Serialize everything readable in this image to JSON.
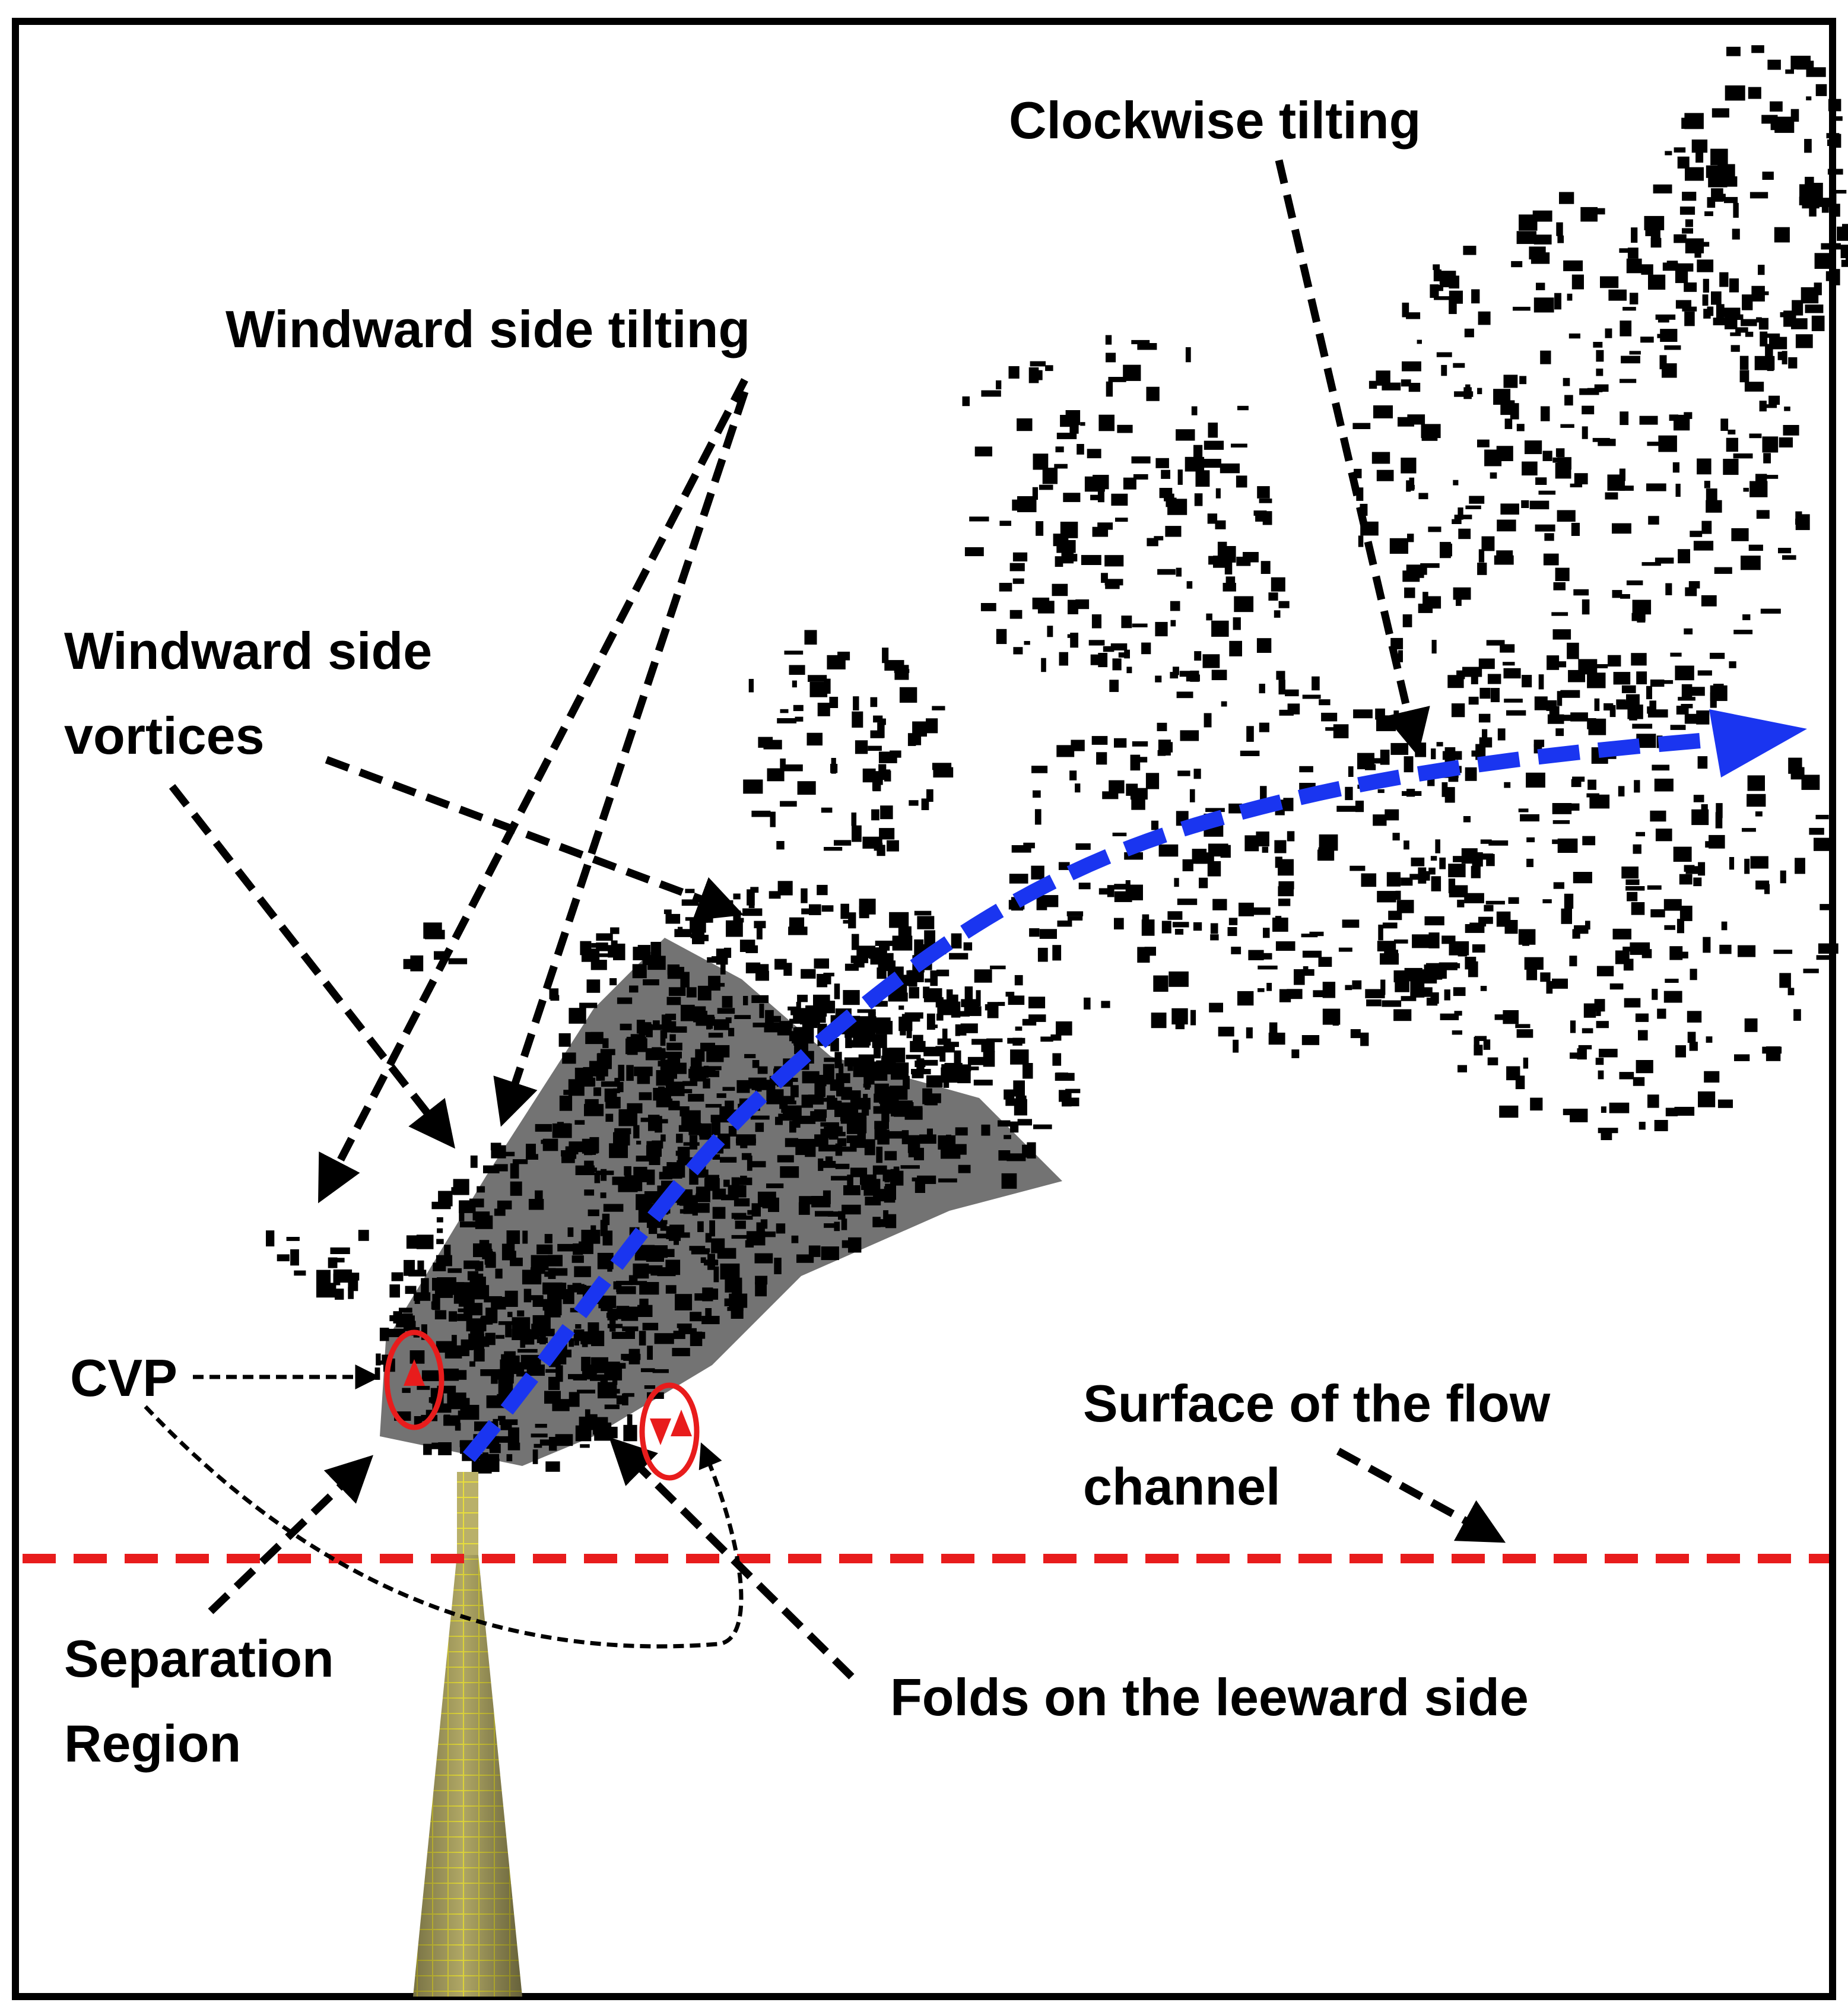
{
  "labels": {
    "clockwise_tilting": "Clockwise tilting",
    "windward_side_tilting": "Windward side tilting",
    "windward_side_vortices_line1": "Windward side",
    "windward_side_vortices_line2": "vortices",
    "cvp": "CVP",
    "surface_line1": "Surface of the flow",
    "surface_line2": "channel",
    "separation_line1": "Separation",
    "separation_line2": "Region",
    "folds_leeward": "Folds on the leeward side"
  },
  "colors": {
    "frame": "#000000",
    "annotation_arrows": "#000000",
    "trajectory": "#1a35f0",
    "channel_surface": "#e81c1c",
    "vortex_rings": "#e81c1c",
    "nozzle_fill": "#c9c07a",
    "nozzle_grid": "#e8de3c",
    "plume": "#000000"
  },
  "icons": {
    "cvp_vortex": "rotation-ring-icon",
    "leeward_vortex": "rotation-ring-icon",
    "trajectory_head": "arrowhead-icon"
  }
}
